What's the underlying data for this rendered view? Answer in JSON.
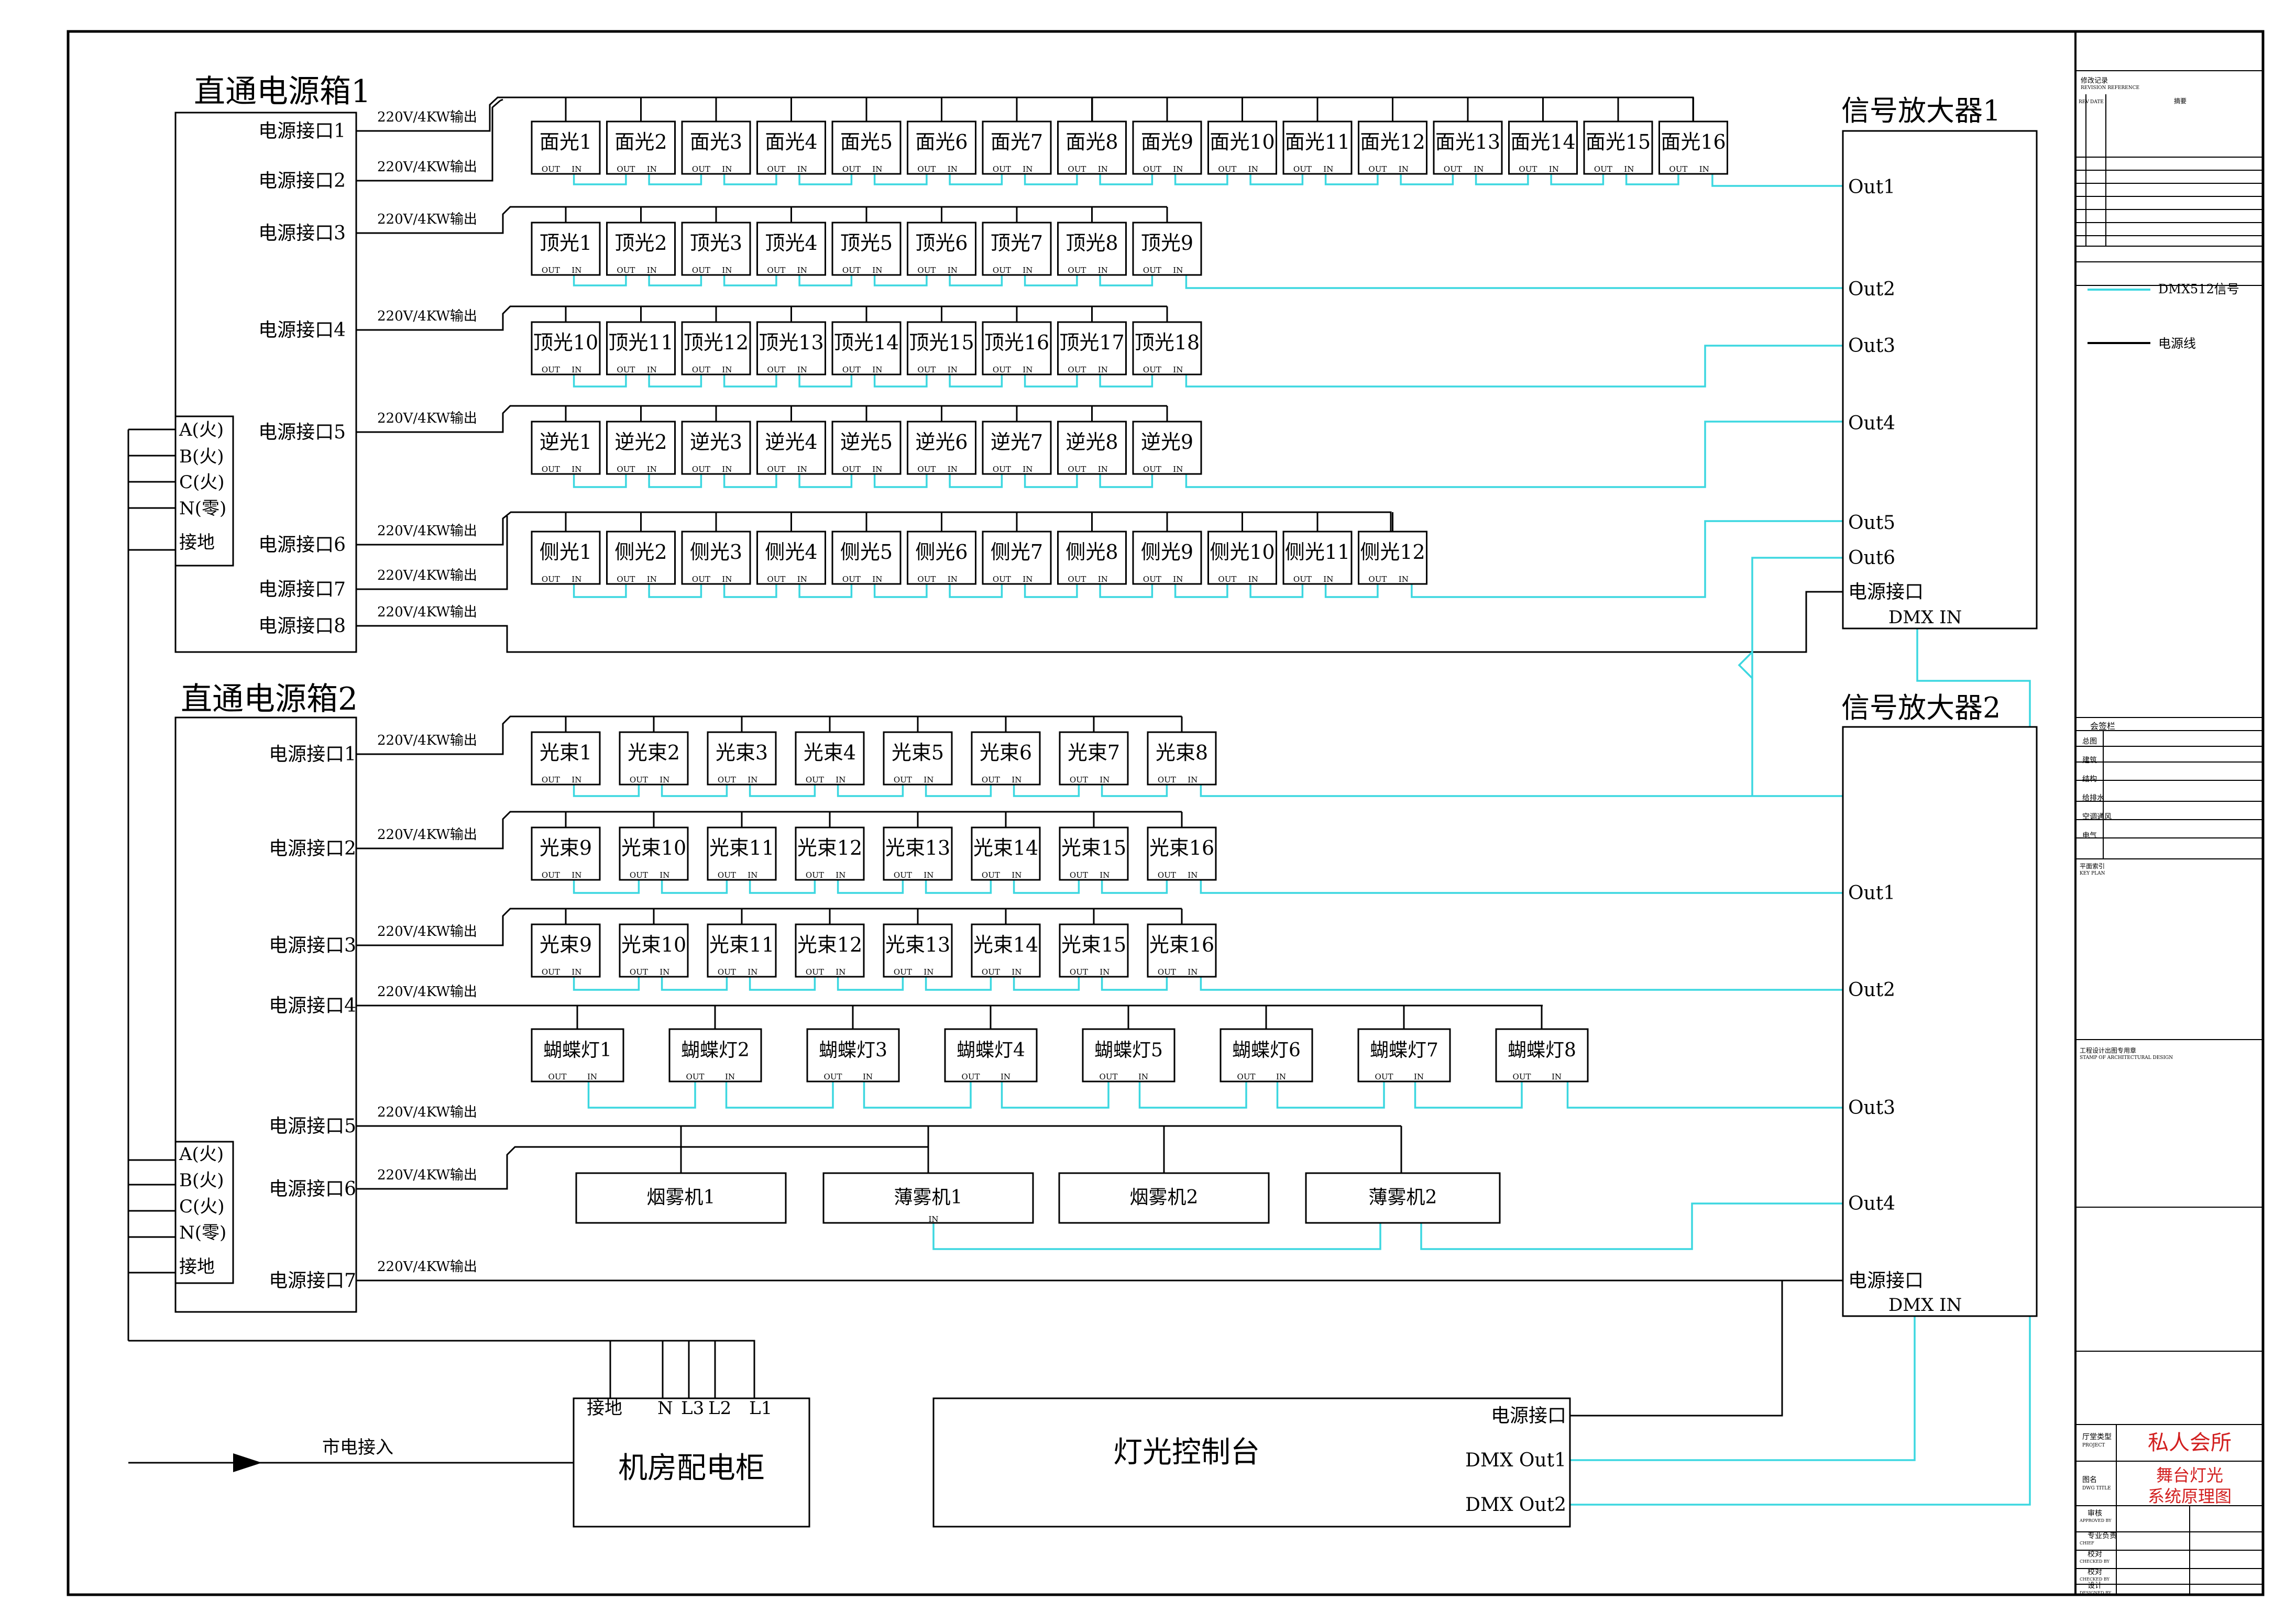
{
  "colors": {
    "signal": "#3cd7e0",
    "power": "#000000",
    "accent": "#d21f1f"
  },
  "box1": {
    "title": "直通电源箱1",
    "ports": [
      "电源接口1",
      "电源接口2",
      "电源接口3",
      "电源接口4",
      "电源接口5",
      "电源接口6",
      "电源接口7",
      "电源接口8"
    ],
    "phases": [
      "A(火)",
      "B(火)",
      "C(火)",
      "N(零)",
      "接地"
    ]
  },
  "box2": {
    "title": "直通电源箱2",
    "ports": [
      "电源接口1",
      "电源接口2",
      "电源接口3",
      "电源接口4",
      "电源接口5",
      "电源接口6",
      "电源接口7"
    ],
    "phases": [
      "A(火)",
      "B(火)",
      "C(火)",
      "N(零)",
      "接地"
    ]
  },
  "output_label": "220V/4KW输出",
  "out_in": {
    "out": "OUT",
    "in": "IN"
  },
  "groups": {
    "face": [
      "面光1",
      "面光2",
      "面光3",
      "面光4",
      "面光5",
      "面光6",
      "面光7",
      "面光8",
      "面光9",
      "面光10",
      "面光11",
      "面光12",
      "面光13",
      "面光14",
      "面光15",
      "面光16"
    ],
    "top_a": [
      "顶光1",
      "顶光2",
      "顶光3",
      "顶光4",
      "顶光5",
      "顶光6",
      "顶光7",
      "顶光8",
      "顶光9"
    ],
    "top_b": [
      "顶光10",
      "顶光11",
      "顶光12",
      "顶光13",
      "顶光14",
      "顶光15",
      "顶光16",
      "顶光17",
      "顶光18"
    ],
    "back": [
      "逆光1",
      "逆光2",
      "逆光3",
      "逆光4",
      "逆光5",
      "逆光6",
      "逆光7",
      "逆光8",
      "逆光9"
    ],
    "side": [
      "侧光1",
      "侧光2",
      "侧光3",
      "侧光4",
      "侧光5",
      "侧光6",
      "侧光7",
      "侧光8",
      "侧光9",
      "侧光10",
      "侧光11",
      "侧光12"
    ],
    "beam_a": [
      "光束1",
      "光束2",
      "光束3",
      "光束4",
      "光束5",
      "光束6",
      "光束7",
      "光束8"
    ],
    "beam_b": [
      "光束9",
      "光束10",
      "光束11",
      "光束12",
      "光束13",
      "光束14",
      "光束15",
      "光束16"
    ],
    "beam_c": [
      "光束9",
      "光束10",
      "光束11",
      "光束12",
      "光束13",
      "光束14",
      "光束15",
      "光束16"
    ],
    "butterfly": [
      "蝴蝶灯1",
      "蝴蝶灯2",
      "蝴蝶灯3",
      "蝴蝶灯4",
      "蝴蝶灯5",
      "蝴蝶灯6",
      "蝴蝶灯7",
      "蝴蝶灯8"
    ],
    "fx": [
      "烟雾机1",
      "薄雾机1",
      "烟雾机2",
      "薄雾机2"
    ]
  },
  "amp1": {
    "title": "信号放大器1",
    "outs": [
      "Out1",
      "Out2",
      "Out3",
      "Out4",
      "Out5",
      "Out6"
    ],
    "power": "电源接口",
    "dmx_in": "DMX IN"
  },
  "amp2": {
    "title": "信号放大器2",
    "outs": [
      "Out1",
      "Out2",
      "Out3",
      "Out4"
    ],
    "power": "电源接口",
    "dmx_in": "DMX IN"
  },
  "cabinet": {
    "title": "机房配电柜",
    "terminals": [
      "接地",
      "N",
      "L3",
      "L2",
      "L1"
    ],
    "mains": "市电接入"
  },
  "console": {
    "title": "灯光控制台",
    "power": "电源接口",
    "out1": "DMX Out1",
    "out2": "DMX Out2"
  },
  "legend": {
    "signal": "DMX512信号",
    "power": "电源线"
  },
  "titleblock": {
    "project_label": "厅堂类型",
    "project_label_en": "PROJECT",
    "project": "私人会所",
    "drawing_label": "图名",
    "drawing_label_en": "DWG TITLE",
    "drawing_title_1": "舞台灯光",
    "drawing_title_2": "系统原理图",
    "revision": "修改记录",
    "revision_en": "REVISION REFERENCE",
    "countersign": "会签栏",
    "countersign_rows": [
      "总图",
      "建筑",
      "结构",
      "给排水",
      "空调通风",
      "电气"
    ],
    "keyplan": "平面索引",
    "keyplan_en": "KEY PLAN",
    "stamp": "工程设计出图专用章",
    "stamp_en": "STAMP OF ARCHITECTURAL DESIGN",
    "approval_rows": [
      "审核",
      "专业负责",
      "校对",
      "校对",
      "设计"
    ],
    "approval_en": [
      "APPROVED BY",
      "CHIEF",
      "CHECKED BY",
      "CHECKED BY",
      "DESIGNED BY"
    ],
    "rev_cols": [
      "REV",
      "DATE",
      "摘要"
    ]
  }
}
